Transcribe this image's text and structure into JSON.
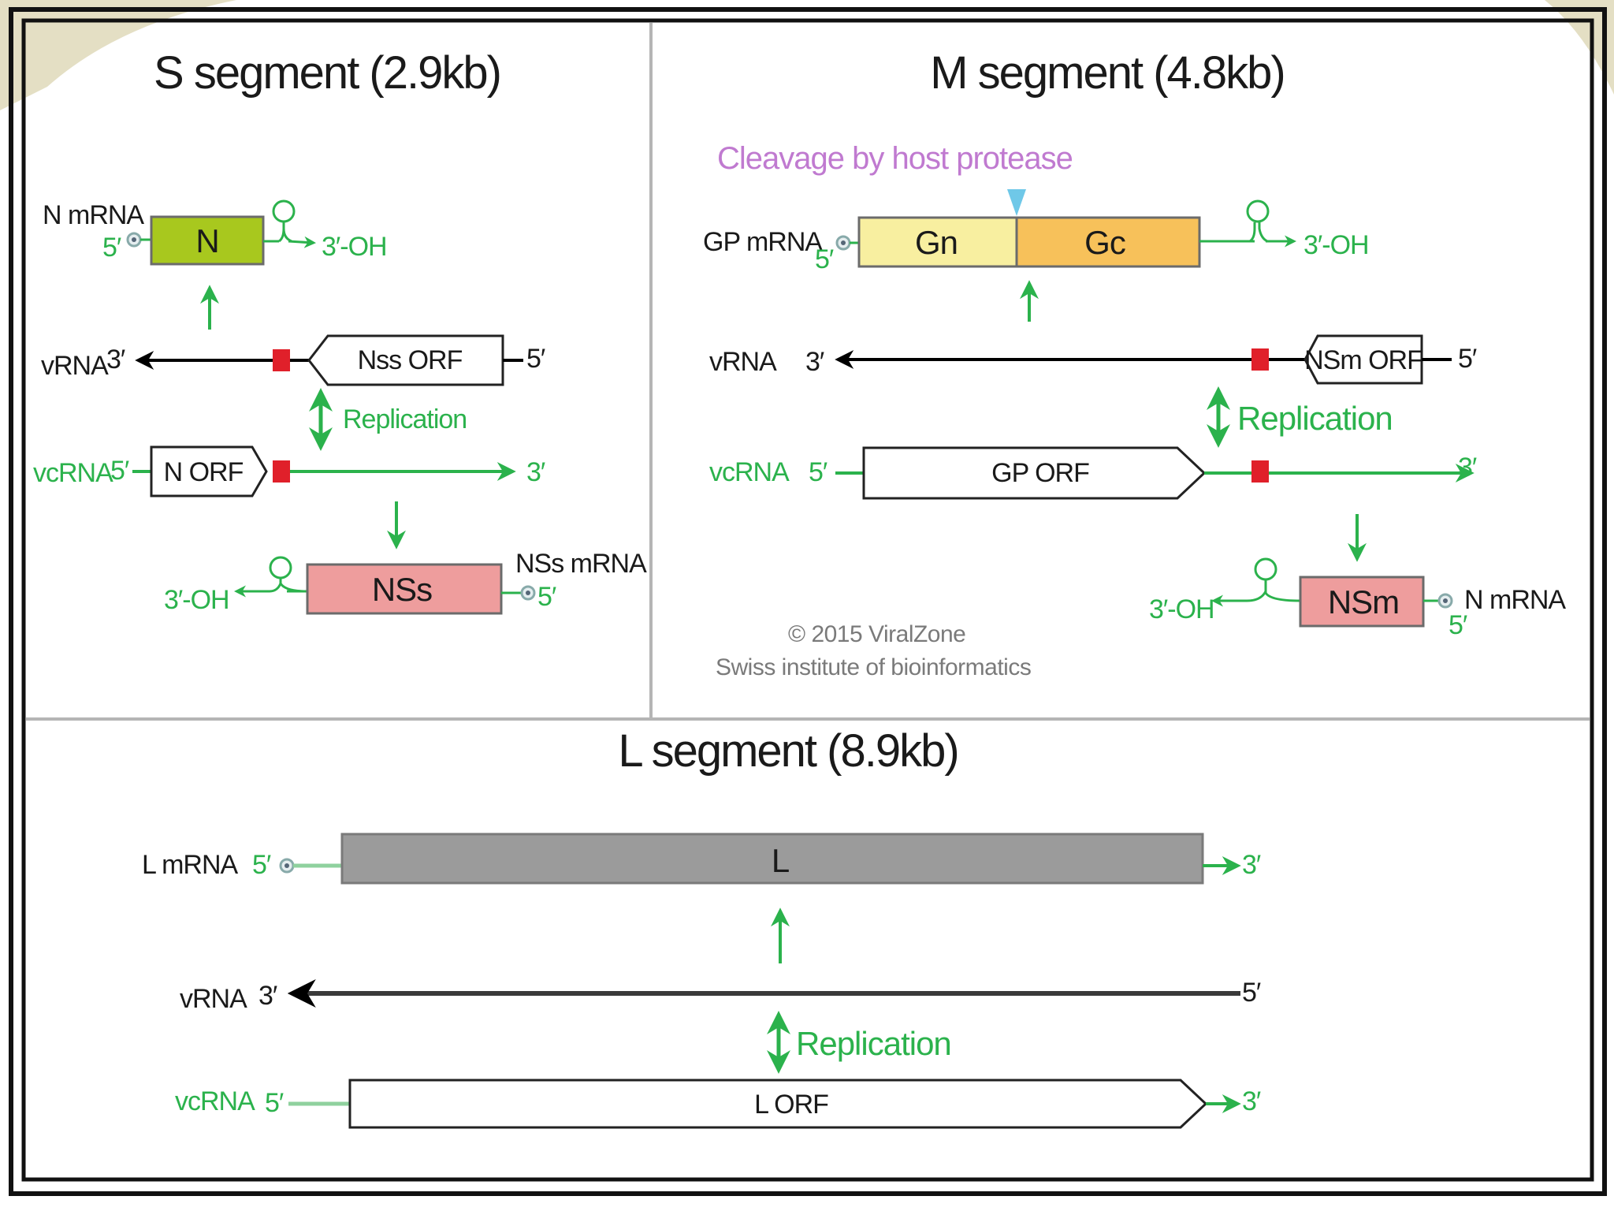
{
  "s_segment": {
    "title": "S segment (2.9kb)",
    "n_mrna_label": "N mRNA",
    "n_box": "N",
    "five_prime": "5′",
    "three_oh": "3′-OH",
    "vrna_label": "vRNA",
    "vrna_three": "3′",
    "nss_orf": "Nss ORF",
    "vrna_five": "5′",
    "replication": "Replication",
    "vcrna_label": "vcRNA",
    "vcrna_five": "5′",
    "n_orf": "N ORF",
    "vcrna_three": "3′",
    "nss_box": "NSs",
    "nss_mrna_label": "NSs mRNA",
    "nss_three_oh": "3′-OH",
    "nss_five": "5′"
  },
  "m_segment": {
    "title": "M segment (4.8kb)",
    "cleavage": "Cleavage by host protease",
    "gp_mrna_label": "GP mRNA",
    "gp_five": "5′",
    "gn_box": "Gn",
    "gc_box": "Gc",
    "three_oh": "3′-OH",
    "vrna_label": "vRNA",
    "vrna_three": "3′",
    "nsm_orf": "NSm ORF",
    "vrna_five": "5′",
    "replication": "Replication",
    "vcrna_label": "vcRNA",
    "vcrna_five": "5′",
    "gp_orf": "GP ORF",
    "vcrna_three": "3′",
    "nsm_box": "NSm",
    "nsm_three_oh": "3′-OH",
    "nsm_mrna_label": "N mRNA",
    "nsm_five": "5′",
    "copyright_line1": "© 2015 ViralZone",
    "copyright_line2": "Swiss institute of bioinformatics"
  },
  "l_segment": {
    "title": "L segment (8.9kb)",
    "l_mrna_label": "L mRNA",
    "l_five": "5′",
    "l_box": "L",
    "l_three": "3′",
    "vrna_label": "vRNA",
    "vrna_three": "3′",
    "vrna_five": "5′",
    "replication": "Replication",
    "vcrna_label": "vcRNA",
    "vcrna_five": "5′",
    "l_orf": "L ORF",
    "vcrna_three": "3′"
  },
  "colors": {
    "green": "#2bb24c",
    "n_box": "#a8c81e",
    "gn_box": "#f8efa0",
    "gc_box": "#f7c15a",
    "nss_box": "#ee9d9d",
    "l_box": "#9b9b9b",
    "red_marker": "#e0202a",
    "cleavage_marker": "#6fc8e8",
    "purple": "#c07ad0"
  }
}
